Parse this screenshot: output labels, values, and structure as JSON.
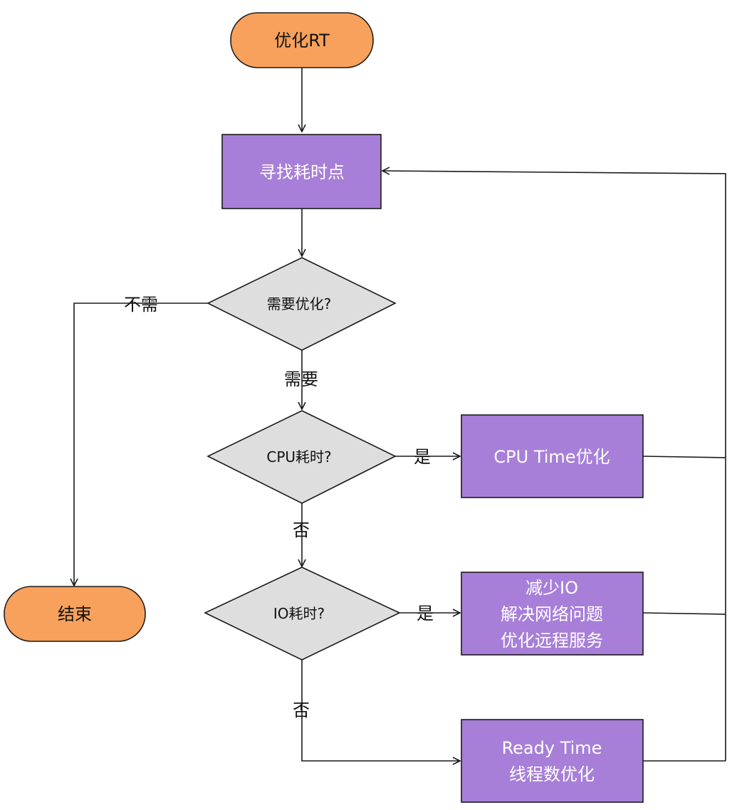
{
  "nodes": {
    "start": "优化RT",
    "find": "寻找耗时点",
    "need_opt": "需要优化?",
    "cpu_check": "CPU耗时?",
    "cpu_opt": "CPU Time优化",
    "io_check": "IO耗时?",
    "io_opt": [
      "减少IO",
      "解决网络问题",
      "优化远程服务"
    ],
    "ready": [
      "Ready Time",
      "线程数优化"
    ],
    "end": "结束"
  },
  "edges": {
    "no_need": "不需",
    "need": "需要",
    "cpu_yes": "是",
    "cpu_no": "否",
    "io_yes": "是",
    "io_no": "否"
  },
  "colors": {
    "terminal": "#f7a15c",
    "process": "#a77fd8",
    "decision": "#dedede",
    "stroke": "#1a1a1a"
  }
}
